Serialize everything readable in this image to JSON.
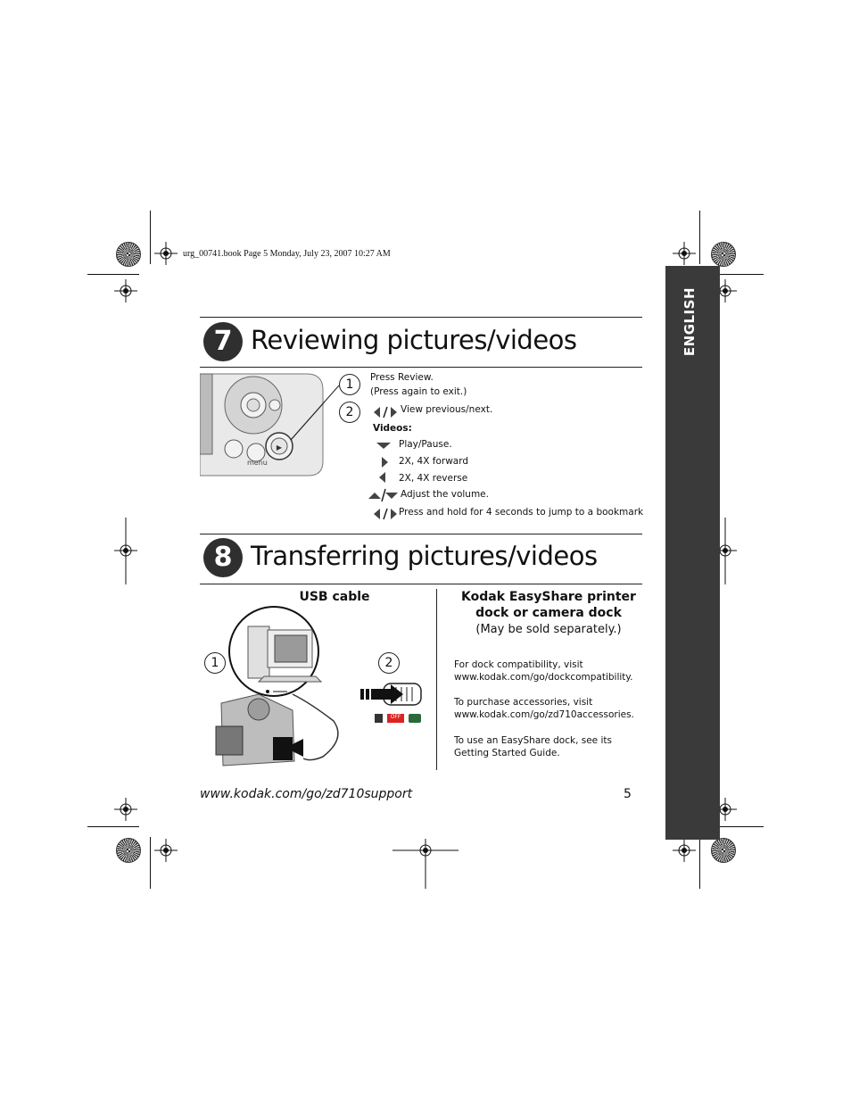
{
  "header": {
    "file_info": "urg_00741.book  Page 5  Monday, July 23, 2007  10:27 AM"
  },
  "sidebar": {
    "language": "ENGLISH"
  },
  "section7": {
    "number": "7",
    "title": "Reviewing pictures/videos",
    "step1_num": "1",
    "step2_num": "2",
    "step1_line1": "Press Review.",
    "step1_line2": "(Press again to exit.)",
    "step2_text": "View previous/next.",
    "videos_label": "Videos:",
    "play_pause": "Play/Pause.",
    "forward": "2X, 4X forward",
    "reverse": "2X, 4X reverse",
    "volume": "Adjust the volume.",
    "bookmark": "Press and hold for 4 seconds to jump to a bookmark",
    "camera_menu_label": "menu"
  },
  "section8": {
    "number": "8",
    "title": "Transferring pictures/videos",
    "usb_heading": "USB cable",
    "dock_heading_line1": "Kodak EasyShare printer",
    "dock_heading_line2": "dock or camera dock",
    "dock_subheading": "(May be sold separately.)",
    "step1_num": "1",
    "step2_num": "2",
    "off_label": "OFF",
    "compat_line1": "For dock compatibility, visit",
    "compat_line2": "www.kodak.com/go/dockcompatibility.",
    "accessories_line1": "To purchase accessories, visit",
    "accessories_line2": "www.kodak.com/go/zd710accessories.",
    "easyshare_line1": "To use an EasyShare dock, see its",
    "easyshare_line2": "Getting Started Guide."
  },
  "footer": {
    "url": "www.kodak.com/go/zd710support",
    "page_number": "5"
  }
}
